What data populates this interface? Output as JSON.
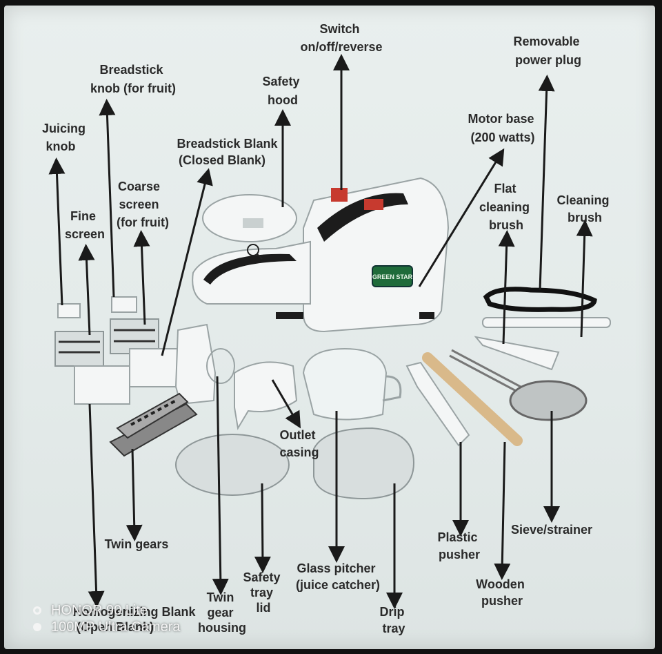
{
  "labels": {
    "switch": [
      "Switch",
      "on/off/reverse"
    ],
    "removable_plug": [
      "Removable",
      "power plug"
    ],
    "breadstick_knob": [
      "Breadstick",
      "knob (for fruit)"
    ],
    "safety_hood": [
      "Safety",
      "hood"
    ],
    "juicing_knob": [
      "Juicing",
      "knob"
    ],
    "breadstick_blank": [
      "Breadstick Blank",
      "(Closed Blank)"
    ],
    "motor_base": [
      "Motor base",
      "(200 watts)"
    ],
    "coarse_screen": [
      "Coarse",
      "screen",
      "(for fruit)"
    ],
    "fine_screen": [
      "Fine",
      "screen"
    ],
    "flat_brush": [
      "Flat",
      "cleaning",
      "brush"
    ],
    "cleaning_brush": [
      "Cleaning",
      "brush"
    ],
    "outlet_casing": [
      "Outlet",
      "casing"
    ],
    "twin_gears": "Twin gears",
    "plastic_pusher": [
      "Plastic",
      "pusher"
    ],
    "sieve": "Sieve/strainer",
    "glass_pitcher": [
      "Glass pitcher",
      "(juice catcher)"
    ],
    "safety_tray_lid": [
      "Safety",
      "tray",
      "lid"
    ],
    "wooden_pusher": [
      "Wooden",
      "pusher"
    ],
    "twin_gear_housing": [
      "Twin",
      "gear",
      "housing"
    ],
    "homogenizing_blank": [
      "Homogenizing Blank",
      "(Open Blank)"
    ],
    "drip_tray": [
      "Drip",
      "tray"
    ]
  },
  "logo_text": "GREEN STAR",
  "watermark": {
    "line1": "HONOR 90 Lite",
    "line2": "100MP Ultra Camera"
  }
}
